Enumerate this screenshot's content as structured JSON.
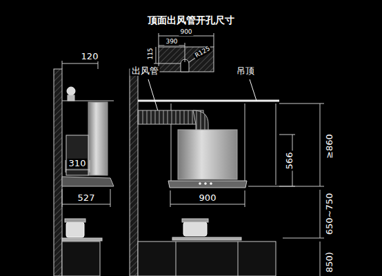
{
  "diagram": {
    "title": "顶面出风管开孔尺寸",
    "labels": [
      "900",
      "390",
      "115",
      "R125",
      "出风管",
      "吊顶",
      "120",
      "310",
      "527",
      "566",
      "≥860",
      "900",
      "650~750",
      "850)"
    ]
  }
}
